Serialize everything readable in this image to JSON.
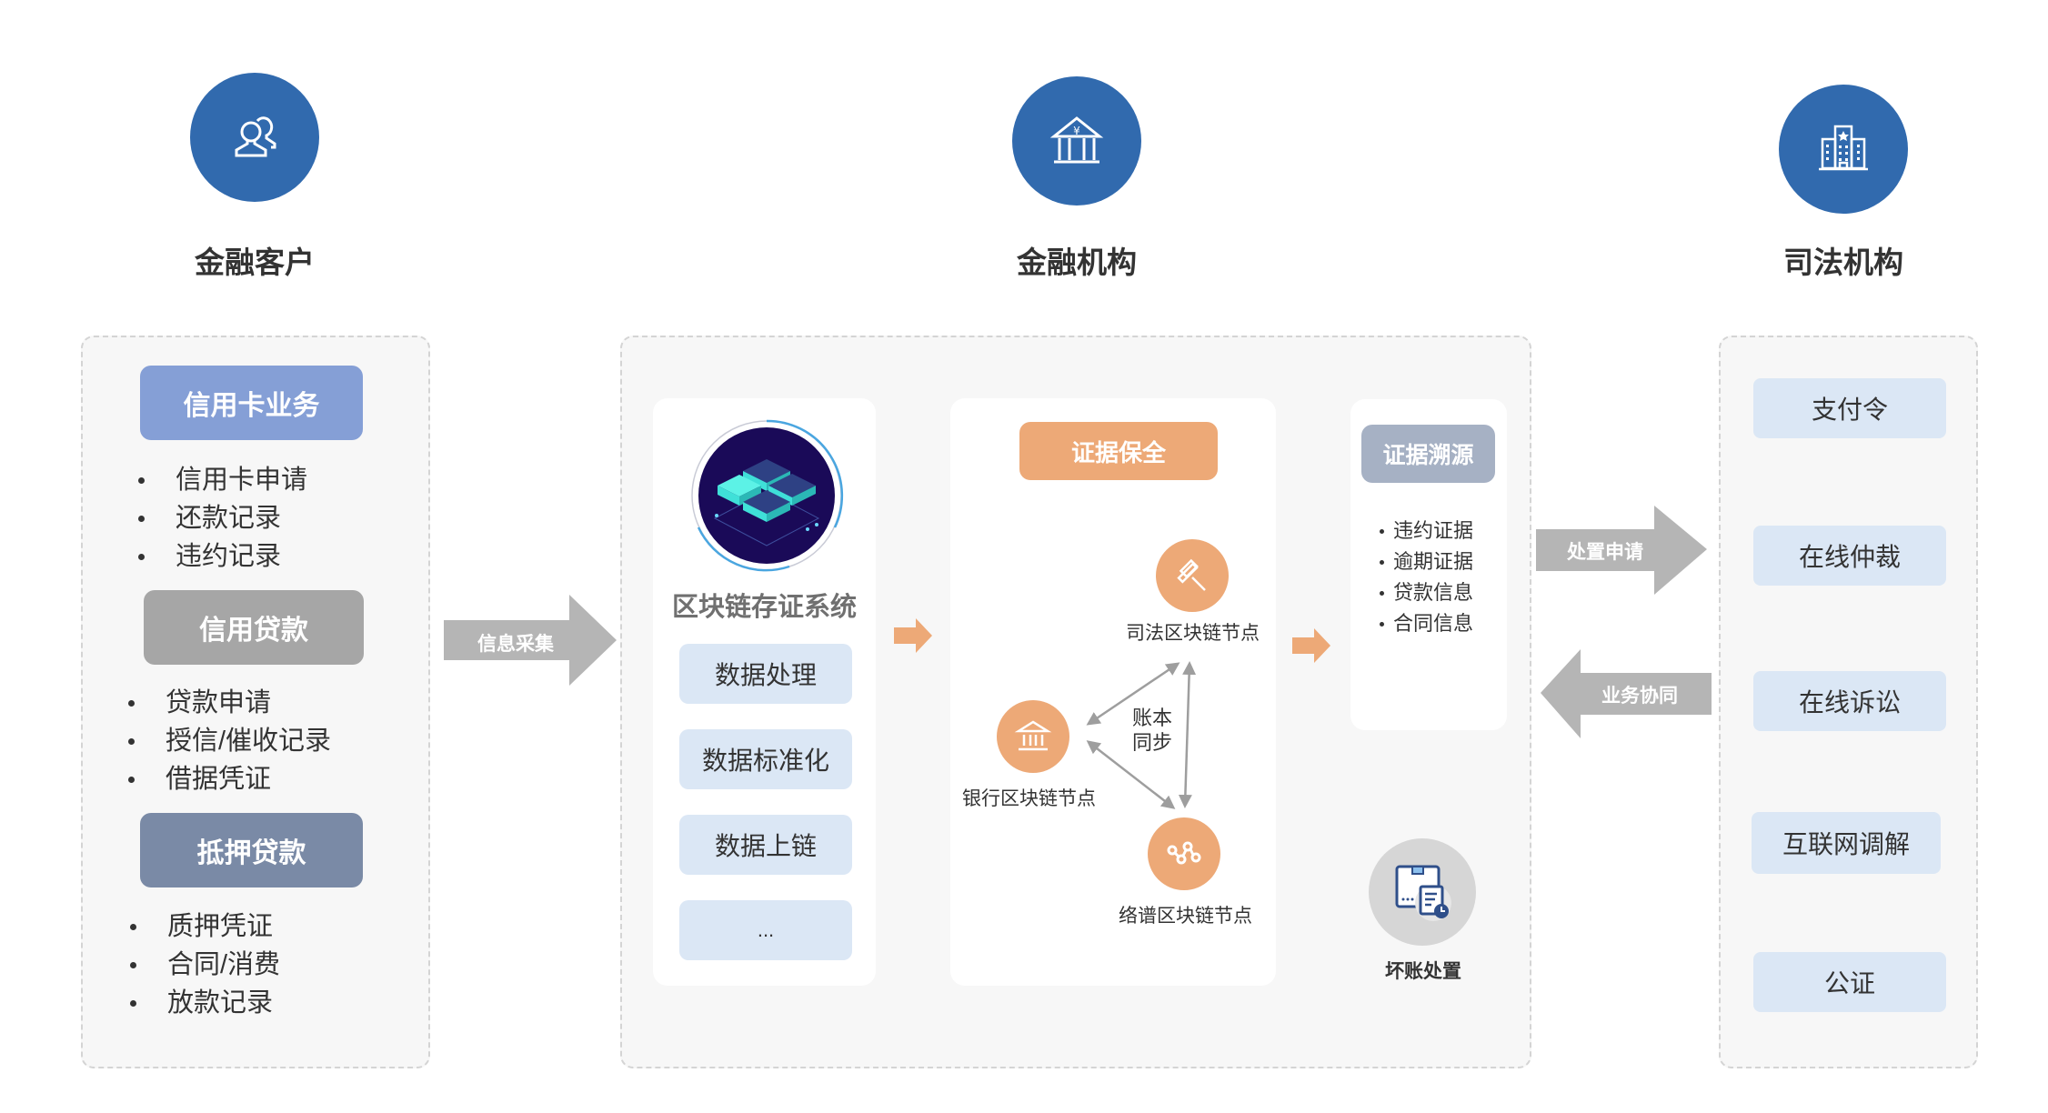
{
  "actors": {
    "customer": {
      "title": "金融客户",
      "icon": "users-icon"
    },
    "institution": {
      "title": "金融机构",
      "icon": "bank-yuan-icon"
    },
    "judicial": {
      "title": "司法机构",
      "icon": "building-star-icon"
    }
  },
  "left_panel": {
    "groups": [
      {
        "label": "信用卡业务",
        "color": "#859fd6",
        "items": [
          "信用卡申请",
          "还款记录",
          "违约记录"
        ]
      },
      {
        "label": "信用贷款",
        "color": "#a6a6a6",
        "items": [
          "贷款申请",
          "授信/催收记录",
          "借据凭证"
        ]
      },
      {
        "label": "抵押贷款",
        "color": "#7a8aa6",
        "items": [
          "质押凭证",
          "合同/消费",
          "放款记录"
        ]
      }
    ]
  },
  "arrows": {
    "collect": "信息采集",
    "dispose_request": "处置申请",
    "business_coop": "业务协同"
  },
  "blockchain_system": {
    "title": "区块链存证系统",
    "icon": "blockchain-servers-icon",
    "steps": [
      "数据处理",
      "数据标准化",
      "数据上链",
      "..."
    ]
  },
  "evidence_preservation": {
    "title": "证据保全",
    "color": "#eda977",
    "nodes": [
      {
        "label": "司法区块链节点",
        "icon": "gavel-icon"
      },
      {
        "label": "银行区块链节点",
        "icon": "bank-icon"
      },
      {
        "label": "络谱区块链节点",
        "icon": "network-nodes-icon"
      }
    ],
    "sync_label_line1": "账本",
    "sync_label_line2": "同步"
  },
  "evidence_tracing": {
    "title": "证据溯源",
    "color": "#a6b1c4",
    "items": [
      "违约证据",
      "逾期证据",
      "贷款信息",
      "合同信息"
    ]
  },
  "bad_debt": {
    "label": "坏账处置",
    "icon": "package-document-clock-icon"
  },
  "judicial_services": [
    "支付令",
    "在线仲裁",
    "在线诉讼",
    "互联网调解",
    "公证"
  ],
  "colors": {
    "primary_blue": "#316aae",
    "orange": "#eda977",
    "gray_arrow": "#b5b5b5",
    "light_blue": "#dbe7f5"
  }
}
